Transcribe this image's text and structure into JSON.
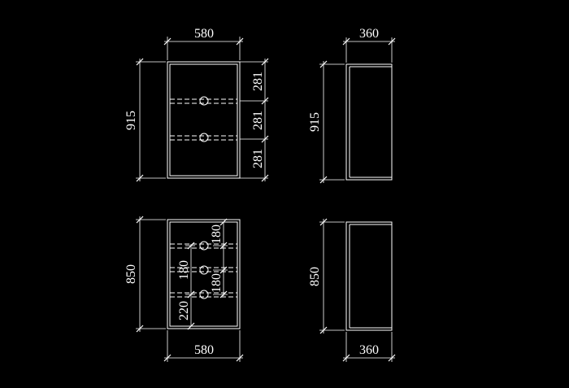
{
  "drawing": {
    "background": "#000000",
    "line_color": "#ffffff",
    "upper_cabinet": {
      "front_view": {
        "width_label": "580",
        "height_label": "915",
        "shelf_spacing_labels": [
          "281",
          "281",
          "281"
        ]
      },
      "side_view": {
        "depth_label": "360",
        "height_label": "915"
      }
    },
    "lower_cabinet": {
      "front_view": {
        "width_label": "580",
        "height_label": "850",
        "spacing_labels": {
          "left_middle": "180",
          "left_bottom": "220",
          "right_top": "180",
          "right_middle": "180"
        }
      },
      "side_view": {
        "depth_label": "360",
        "height_label": "850"
      }
    }
  }
}
